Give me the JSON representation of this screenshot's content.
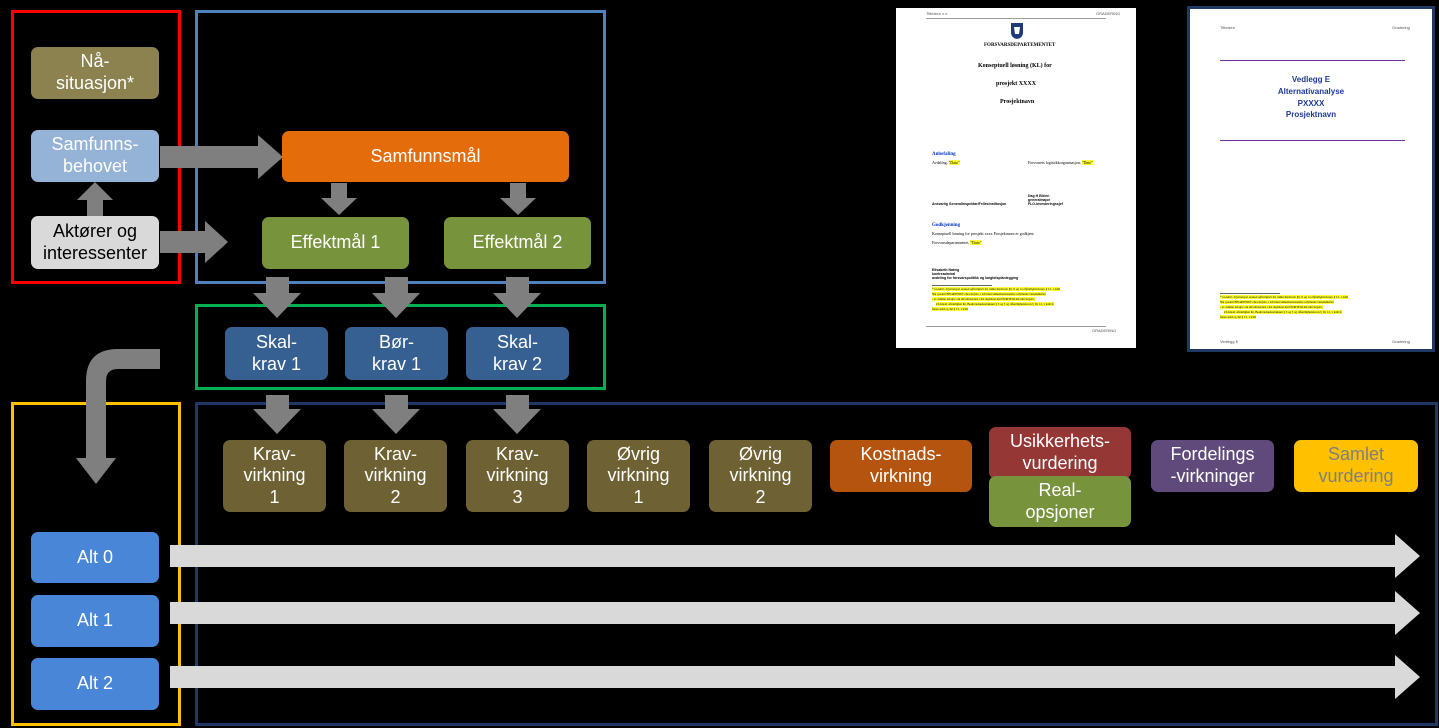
{
  "boxes": {
    "na_situasjon": "Nå-\nsituasjon*",
    "samfunnsbehovet": "Samfunns-\nbehovet",
    "aktorer": "Aktører og\ninteressenter",
    "samfunnsmal": "Samfunnsmål",
    "effektmal_1": "Effektmål 1",
    "effektmal_2": "Effektmål 2",
    "skal_krav_1": "Skal-\nkrav  1",
    "bor_krav_1": "Bør-\nkrav  1",
    "skal_krav_2": "Skal-\nkrav  2",
    "kravvirkning_1": "Krav-\nvirkning\n1",
    "kravvirkning_2": "Krav-\nvirkning\n2",
    "kravvirkning_3": "Krav-\nvirkning\n3",
    "ovrig_1": "Øvrig\nvirkning\n1",
    "ovrig_2": "Øvrig\nvirkning\n2",
    "kostnadsvirkning": "Kostnads-\nvirkning",
    "usikkerhet": "Usikkerhets-\nvurdering",
    "realopsjoner": "Real-\nopsjoner",
    "fordelingsvirkninger": "Fordelings\n-virkninger",
    "samlet_vurdering": "Samlet\nvurdering",
    "alt_0": "Alt 0",
    "alt_1": "Alt 1",
    "alt_2": "Alt 2"
  },
  "colors": {
    "olive": "#8b8250",
    "light_blue": "#95b3d7",
    "light_gray": "#d9d9d9",
    "orange": "#e46c0a",
    "green": "#77933c",
    "dark_blue": "#376092",
    "brown_olive": "#6e6134",
    "dark_orange": "#b4540e",
    "dark_red": "#953735",
    "purple": "#604a7b",
    "yellow": "#ffc000",
    "blue": "#4a86d8",
    "arrow_gray": "#7f7f7f",
    "frame_red": "#ff0000",
    "frame_blue": "#4f81bd",
    "frame_green": "#00b050",
    "frame_yellow": "#ffc000",
    "frame_navy": "#1f3864"
  },
  "doc_kl": {
    "header_left": "Tittelsen x.x",
    "header_right": "GRADERING",
    "ministry": "FORSVARSDEPARTEMENTET",
    "title_1": "Konseptuell løsning (KL) for",
    "title_2": "prosjekt XXXX",
    "title_3": "Prosjektnavn",
    "anbefaling_heading": "Anbefaling",
    "anbefaling_left": "Avdeling, ",
    "anbefaling_left_date": "\"Dato\"",
    "anbefaling_right": "Forsvarets logistikkorganisasjon, ",
    "anbefaling_right_date": "\"Dato\"",
    "signer_name": "Dag H Eiklen",
    "signer_title": "generalmajor",
    "signer_org": "FLO-investeringssjef",
    "responsible": "Ansvarlig Generalinspektør/Fellesinstitusjon",
    "godkjenning_heading": "Godkjenning",
    "godkjenning_text": "Konseptuell løsning for prosjekt xxxx Prosjektnavn er godkjent",
    "godkjenning_dept": "Forsvarsdepartementet, ",
    "godkjenning_date": "\"Dato\"",
    "signer2_name": "Elisabeth Natvig",
    "signer2_title": "kontreadmiral",
    "signer2_org": "avdeling for forsvarspolitikk og langtidsplanlegging",
    "footnote_1": "* Gradert: informasjon unntatt offentlighet iht. Sikkerhetsloven §§ 11 og 12 offentlighetsloven § 13, 1 ledd",
    "footnote_2": "Når gradert BEGRENSET eller høyere, i tråd med sikkerhetsinstruks/ utfyllende bestemmelser",
    "footnote_3": "- av samme detaljer om informasjonen i KL skjemaet med PORTFOLIO eller høyere.",
    "footnote_4": "# Unntatt offentlighet iht. Beskyttelsesinstruksen § 3 og 3 og offentlighetsloven § 10, 12, 1 ledd jf.",
    "footnote_5": "første ledd og del § 13, 1 ledd",
    "footer": "GRADERING"
  },
  "doc_e": {
    "header_left": "Tittelsen",
    "header_right": "Gradering",
    "title_1": "Vedlegg E",
    "title_2": "Alternativanalyse",
    "title_3": "PXXXX",
    "title_4": "Prosjektnavn",
    "footnote_1": "* Gradert: informasjon unntatt offentlighet iht. Sikkerhetsloven §§ 11 og 12 offentlighetsloven § 13, 1 ledd",
    "footnote_2": "Når gradert BEGRENSET eller høyere, i tråd med sikkerhetsinstruks/ utfyllende bestemmelser",
    "footnote_3": "- av samme detaljer om informasjonen i KL skjemaet med PORTFOLIO eller høyere.",
    "footnote_4": "# Unntatt offentlighet iht. Beskyttelsesinstruksen § 3 og 3 og offentlighetsloven § 10, 12, 1 ledd jf.",
    "footnote_5": "første ledd og del § 13, 1 ledd",
    "footer_left": "Vedlegg E",
    "footer_right": "Gradering"
  }
}
